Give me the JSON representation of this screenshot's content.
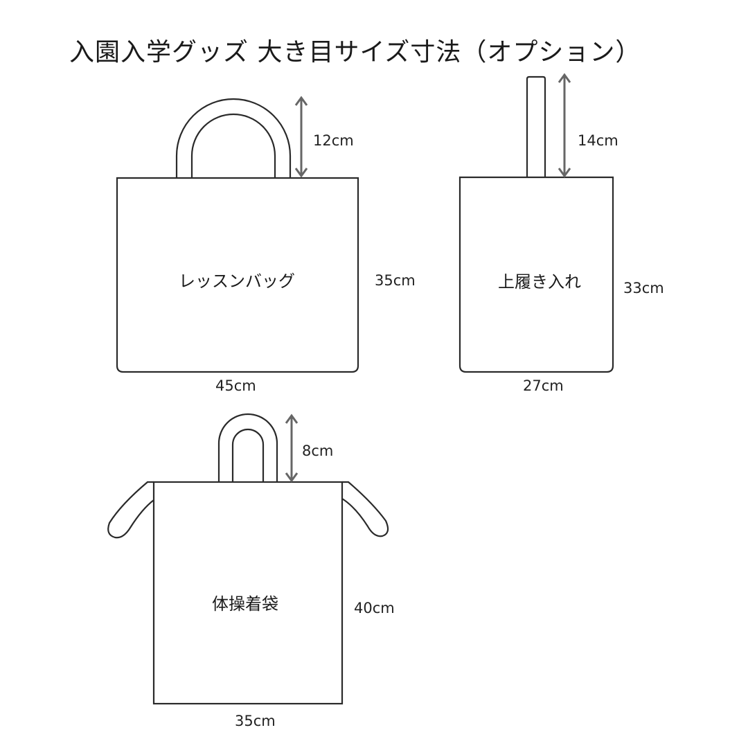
{
  "title": "入園入学グッズ 大き目サイズ寸法（オプション）",
  "items": [
    {
      "name": "レッスンバッグ",
      "handle_height": "12cm",
      "height": "35cm",
      "width": "45cm"
    },
    {
      "name": "上履き入れ",
      "handle_height": "14cm",
      "height": "33cm",
      "width": "27cm"
    },
    {
      "name": "体操着袋",
      "handle_height": "8cm",
      "height": "40cm",
      "width": "35cm"
    }
  ],
  "colors": {
    "outline": "#2a2a2a",
    "arrow": "#666666",
    "background": "#ffffff"
  }
}
